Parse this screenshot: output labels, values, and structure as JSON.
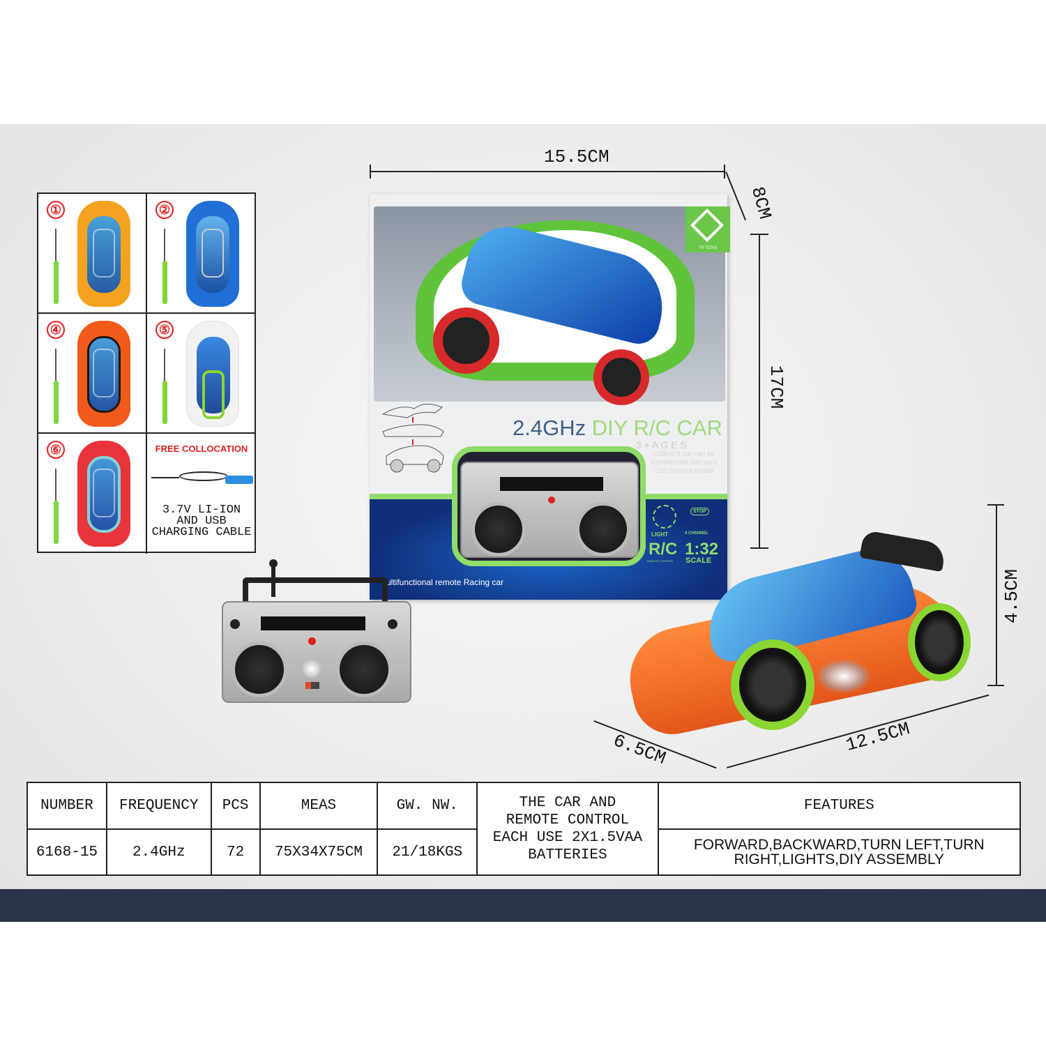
{
  "variants": [
    {
      "number": "①",
      "body": "#f4a21f",
      "accent": "#5cc8f0"
    },
    {
      "number": "②",
      "body": "#1f6fd6",
      "accent": "#c8c8c8"
    },
    {
      "number": "④",
      "body": "#f05a1a",
      "accent": "#1a1a1a"
    },
    {
      "number": "⑤",
      "body": "#f2f2f2",
      "accent": "#8ad633"
    },
    {
      "number": "⑥",
      "body": "#e8353a",
      "accent": "#7ee0e8"
    }
  ],
  "accessories": {
    "title": "FREE COLLOCATION",
    "line1": "3.7V LI-ION",
    "line2": "AND USB",
    "line3": "CHARGING CABLE"
  },
  "box": {
    "title_a": "2.4GHz ",
    "title_b": "DIY R/C CAR",
    "ages": "3 + A G E S",
    "blurb1": "Collect 6 car can be",
    "blurb2": "transformed into cars",
    "blurb3": "216 Species model",
    "tagline": "ultifunctional remote Racing car",
    "light": "LIGHT",
    "channel": "4 CHSNNEL",
    "stop": "STOP",
    "rc": "R/C",
    "remote_control": "REMOTE CONTROL",
    "scale_value": "1:32",
    "scale": "SCALE",
    "brand": "YP TOYS"
  },
  "dimensions": {
    "box_width": "15.5CM",
    "box_depth": "8CM",
    "box_height": "17CM",
    "car_height": "4.5CM",
    "car_width": "6.5CM",
    "car_length": "12.5CM"
  },
  "spec_table": {
    "headers": [
      "NUMBER",
      "FREQUENCY",
      "PCS",
      "MEAS",
      "GW. NW.",
      "FEATURES"
    ],
    "values": [
      "6168-15",
      "2.4GHz",
      "72",
      "75X34X75CM",
      "21/18KGS",
      "FORWARD,BACKWARD,TURN LEFT,TURN RIGHT,LIGHTS,DIY ASSEMBLY"
    ],
    "battery_note": [
      "THE CAR AND",
      "REMOTE CONTROL",
      "EACH USE 2X1.5VAA",
      "BATTERIES"
    ]
  },
  "colors": {
    "band": "#2b3448",
    "green": "#8fdc6a",
    "red": "#e02020",
    "title_blue": "#3f5f86"
  }
}
